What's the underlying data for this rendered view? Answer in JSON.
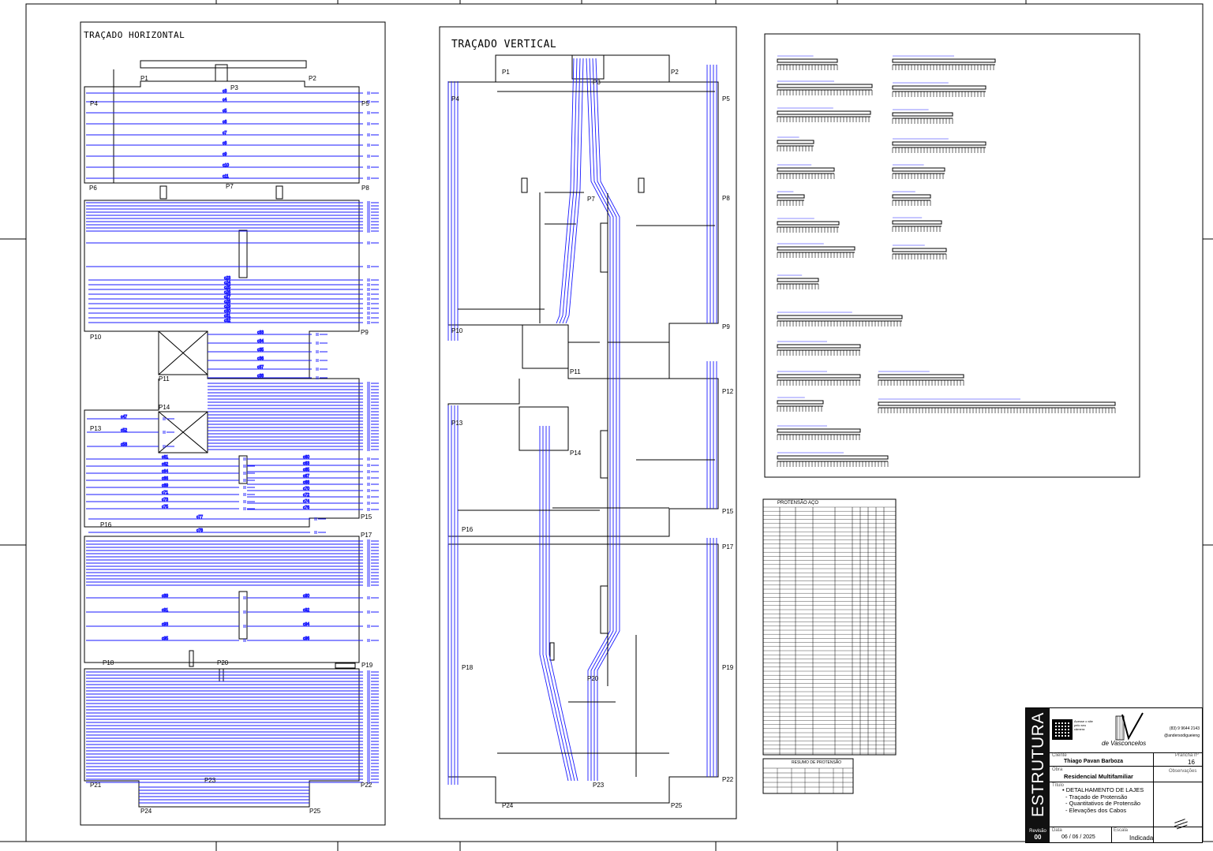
{
  "sheet": {
    "panel_horizontal_title": "TRAÇADO HORIZONTAL",
    "panel_vertical_title": "TRAÇADO VERTICAL",
    "pillars_horizontal": [
      "P1",
      "P2",
      "P3",
      "P4",
      "P5",
      "P6",
      "P7",
      "P8",
      "P9",
      "P10",
      "P11",
      "P13",
      "P14",
      "P15",
      "P16",
      "P17",
      "P18",
      "P19",
      "P20",
      "P21",
      "P22",
      "P23",
      "P24",
      "P25"
    ],
    "pillars_vertical": [
      "P1",
      "P2",
      "P3",
      "P4",
      "P5",
      "P7",
      "P8",
      "P9",
      "P10",
      "P11",
      "P12",
      "P13",
      "P14",
      "P15",
      "P16",
      "P17",
      "P18",
      "P19",
      "P20",
      "P22",
      "P23",
      "P24",
      "P25"
    ]
  },
  "cable_labels": {
    "group_a": [
      "c3",
      "c4",
      "c5",
      "c6",
      "c7",
      "c8",
      "c9",
      "c10",
      "c11"
    ],
    "group_d": [
      "c23",
      "c24",
      "c25",
      "c26",
      "c27",
      "c28",
      "c29",
      "c30",
      "c31",
      "c32"
    ],
    "group_e": [
      "c33",
      "c34",
      "c35",
      "c36",
      "c37",
      "c38"
    ],
    "group_f": [
      "c47",
      "c52",
      "c58"
    ],
    "group_g": [
      "c61",
      "c62",
      "c64",
      "c66",
      "c69",
      "c71",
      "c73",
      "c75"
    ],
    "group_h": [
      "c60",
      "c63",
      "c65",
      "c67",
      "c68",
      "c70",
      "c72",
      "c74",
      "c76"
    ],
    "group_i": [
      "c77",
      "c78"
    ],
    "group_k": [
      "c89",
      "c91",
      "c93",
      "c95"
    ],
    "group_l": [
      "c90",
      "c92",
      "c94",
      "c96"
    ],
    "misc": [
      "c25",
      "c20",
      "c25",
      "c25"
    ]
  },
  "quantities_table": {
    "title": "PROTENSÃO AÇO"
  },
  "legend_table": {
    "title": "RESUMO DE PROTENSÃO"
  },
  "title_block": {
    "band_label": "ESTRUTURA",
    "revision_label": "Revisão",
    "revision_value": "00",
    "qr_text": "Acesse o site pelo seu câmera",
    "brand": "de Vasconcelos",
    "phone": "(83) 9 9644 2143",
    "social": "@andersodigueieng",
    "client_label": "Cliente",
    "client_value": "Thiago Pavan Barboza",
    "sheet_no_label": "Prancha nº",
    "sheet_no_value": "16",
    "work_label": "Obra",
    "work_value": "Residencial Multifamiliar",
    "notes_label": "Observações",
    "title_label": "Título",
    "title_lines": [
      "• DETALHAMENTO DE LAJES",
      "- Traçado de Protensão",
      "- Quantitativos de Protensão",
      "- Elevações dos Cabos"
    ],
    "date_label": "Data",
    "date_value": "06 / 06 / 2025",
    "scale_label": "Escala",
    "scale_value": "Indicada"
  }
}
